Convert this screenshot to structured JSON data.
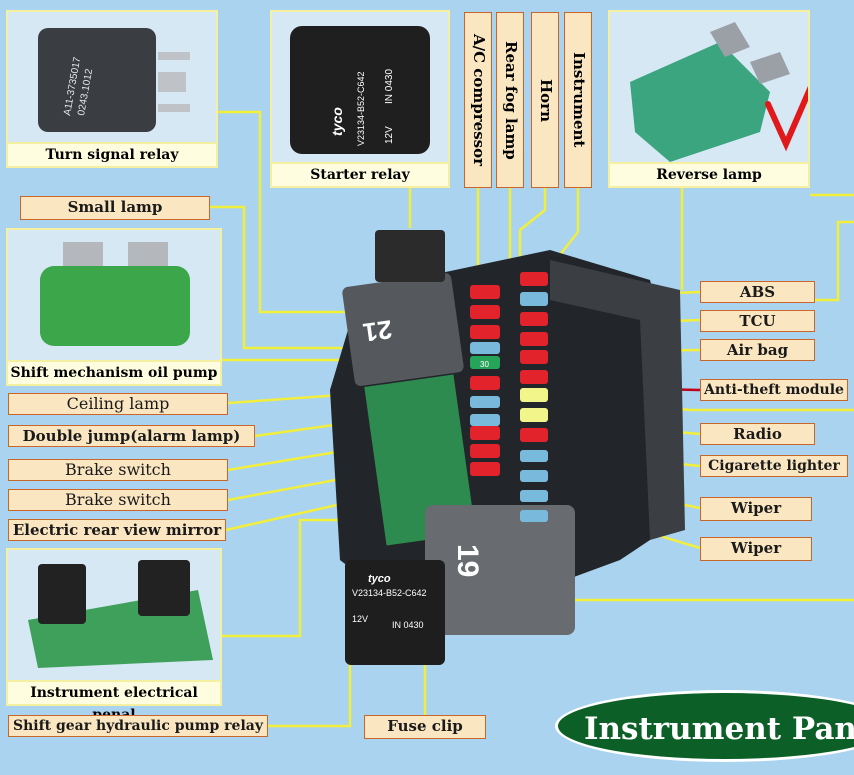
{
  "labels": {
    "turn_signal_relay": "Turn signal relay",
    "starter_relay": "Starter relay",
    "reverse_lamp": "Reverse lamp",
    "ac_compressor": "A/C compressor",
    "rear_fog_lamp": "Rear fog lamp",
    "horn": "Horn",
    "instrument": "Instrument",
    "small_lamp": "Small lamp",
    "shift_mechanism_oil_pump": "Shift mechanism oil pump",
    "ceiling_lamp": "Ceiling lamp",
    "double_jump": "Double jump(alarm lamp)",
    "brake_switch_1": "Brake switch",
    "brake_switch_2": "Brake switch",
    "electric_rear_view_mirror": "Electric rear view mirror",
    "instrument_electrical_panel": "Instrument electrical penal",
    "shift_gear_hydraulic_pump_relay": "Shift gear hydraulic pump relay",
    "fuse_clip": "Fuse clip",
    "abs": "ABS",
    "tcu": "TCU",
    "air_bag": "Air bag",
    "anti_theft_module": "Anti-theft module",
    "radio": "Radio",
    "cigarette_lighter": "Cigarette lighter",
    "wiper_1": "Wiper",
    "wiper_2": "Wiper"
  },
  "relays": {
    "turn_signal_text": "A11-3735017",
    "turn_signal_text2": "0243.1012",
    "starter_brand": "tyco",
    "starter_code": "V23134-B52-C642",
    "starter_voltage": "12V",
    "starter_in": "IN 0430",
    "relay_21": "21",
    "relay_19": "19",
    "fuse_30": "30"
  },
  "banner": "Instrument Panel",
  "colors": {
    "background": "#a9d3ef",
    "label_fill": "#fbe6c2",
    "label_border": "#c8662b",
    "leader": "#f2ee3c",
    "banner": "#0c5f26",
    "check": "#e0191b"
  }
}
